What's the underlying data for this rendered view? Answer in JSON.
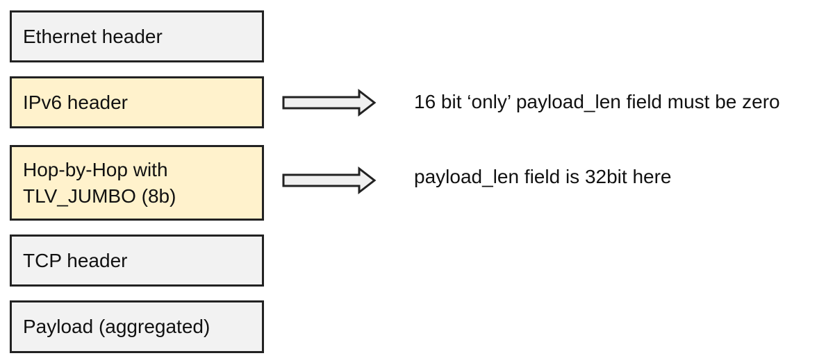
{
  "headers": {
    "ethernet": "Ethernet header",
    "ipv6": "IPv6 header",
    "hop_by_hop_line1": "Hop-by-Hop with",
    "hop_by_hop_line2": "TLV_JUMBO (8b)",
    "tcp": "TCP header",
    "payload": "Payload (aggregated)"
  },
  "annotations": {
    "ipv6_note": "16 bit ‘only’ payload_len field must be zero",
    "hop_by_hop_note": "payload_len field is 32bit here"
  },
  "colors": {
    "gray_box": "#f2f2f2",
    "highlight_box": "#fff2cc",
    "arrow_fill": "#f0f0f0",
    "border": "#222222"
  }
}
